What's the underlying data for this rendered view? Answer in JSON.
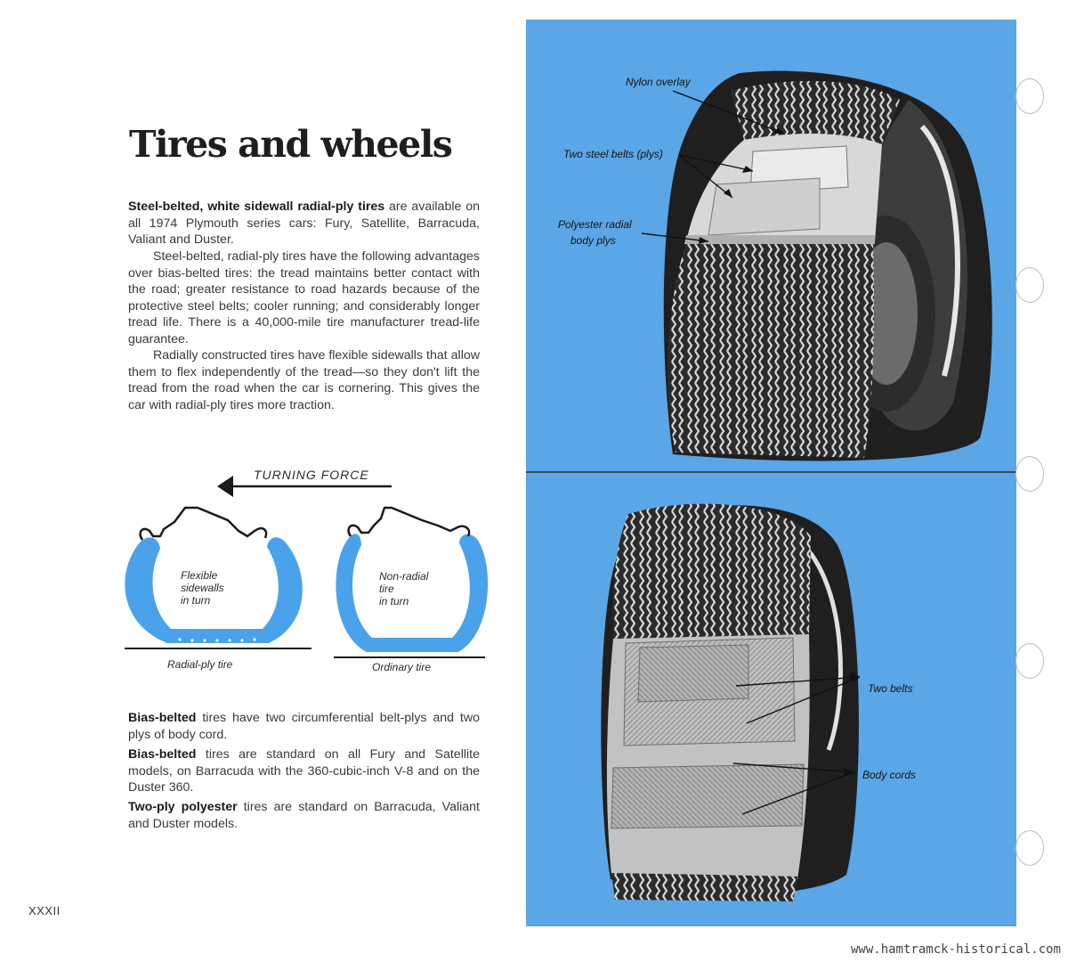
{
  "title": "Tires and wheels",
  "intro": {
    "lead_bold": "Steel-belted, white sidewall radial-ply tires",
    "lead_rest": " are available on all 1974 Plymouth series cars: Fury, Satellite, Barracuda, Valiant and Duster.",
    "para2": "Steel-belted, radial-ply tires have the following advantages over bias-belted tires: the tread maintains better contact with the road; greater resistance to road hazards because of the protective steel belts; cooler running; and considerably longer tread life. There is a 40,000-mile tire manufacturer tread-life guarantee.",
    "para3": "Radially constructed tires have flexible sidewalls that allow them to flex independently of the tread—so they don't lift the tread from the road when the car is cornering. This gives the car with radial-ply tires more traction."
  },
  "diagram": {
    "turning_force": "TURNING FORCE",
    "radial_label_1": "Flexible",
    "radial_label_2": "sidewalls",
    "radial_label_3": "in turn",
    "radial_caption": "Radial-ply tire",
    "ordinary_label_1": "Non-radial",
    "ordinary_label_2": "tire",
    "ordinary_label_3": "in turn",
    "ordinary_caption": "Ordinary tire",
    "tire_color": "#4aa3ea"
  },
  "bias": {
    "p1_bold": "Bias-belted",
    "p1_rest": " tires have two circumferential belt-plys and two plys of body cord.",
    "p2_bold": "Bias-belted",
    "p2_rest": " tires are standard on all Fury and Satellite models, on Barracuda with the 360-cubic-inch V-8 and on the Duster 360.",
    "p3_bold": "Two-ply polyester",
    "p3_rest": " tires are standard on Barracuda, Valiant and Duster models."
  },
  "page_number": "XXXII",
  "photo_labels": {
    "nylon_overlay": "Nylon overlay",
    "steel_belts": "Two steel belts (plys)",
    "polyester_1": "Polyester radial",
    "polyester_2": "body plys",
    "two_belts": "Two belts",
    "body_cords": "Body cords"
  },
  "panel_color": "#5aa6e6",
  "watermark": "www.hamtramck-historical.com"
}
